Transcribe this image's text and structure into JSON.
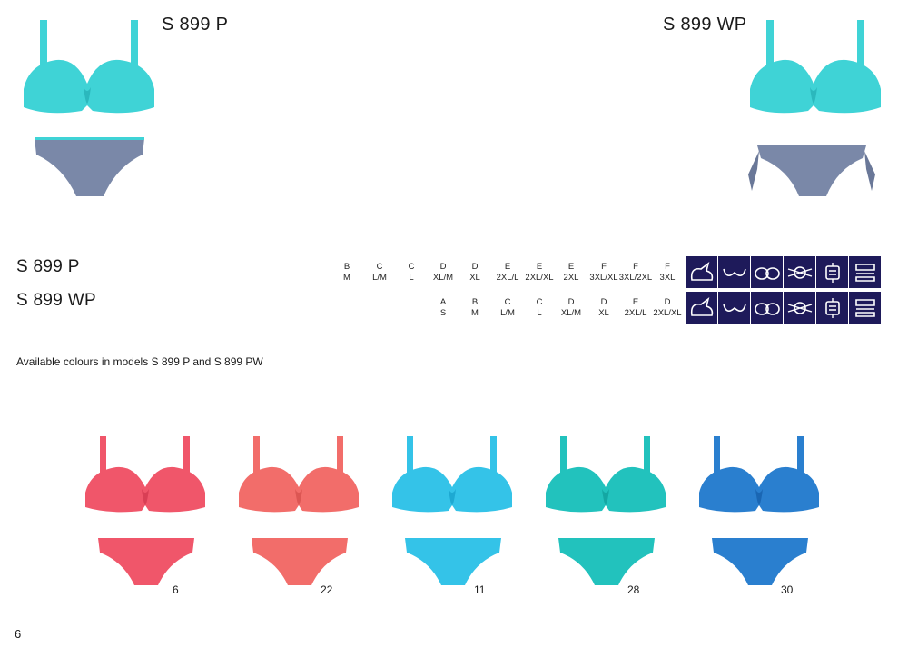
{
  "top": {
    "left_title": "S 899 P",
    "right_title": "S 899 WP",
    "colors": {
      "top_main": "#3fd3d6",
      "top_dark": "#2bb8bd",
      "bottom_main": "#7a88a8",
      "bottom_dark": "#5e6a88"
    }
  },
  "sizes": {
    "row1": {
      "label": "S 899 P",
      "cups": [
        "B",
        "C",
        "C",
        "D",
        "D",
        "E",
        "E",
        "E",
        "F",
        "F",
        "F"
      ],
      "sizes": [
        "M",
        "L/M",
        "L",
        "XL/M",
        "XL",
        "2XL/L",
        "2XL/XL",
        "2XL",
        "3XL/XL",
        "3XL/2XL",
        "3XL"
      ]
    },
    "row2": {
      "label": "S 899 WP",
      "cups": [
        "A",
        "B",
        "C",
        "C",
        "D",
        "D",
        "E",
        "D"
      ],
      "sizes": [
        "S",
        "M",
        "L/M",
        "L",
        "XL/M",
        "XL",
        "2XL/L",
        "2XL/XL"
      ]
    },
    "icons": [
      "molded-cup-icon",
      "soft-cup-icon",
      "push-up-icon",
      "removable-strap-icon",
      "hook-closure-icon",
      "adjustable-strap-icon"
    ]
  },
  "caption": "Available colours in models S 899 P and S 899 PW",
  "swatches": [
    {
      "code": "6",
      "color": "#f0566a",
      "dark": "#d93f55"
    },
    {
      "code": "22",
      "color": "#f26d6a",
      "dark": "#dc5653"
    },
    {
      "code": "11",
      "color": "#34c3e8",
      "dark": "#1ea9d2"
    },
    {
      "code": "28",
      "color": "#22c2bd",
      "dark": "#14a7a3"
    },
    {
      "code": "30",
      "color": "#2a7fcf",
      "dark": "#1a66b3"
    }
  ],
  "page_number": "6"
}
